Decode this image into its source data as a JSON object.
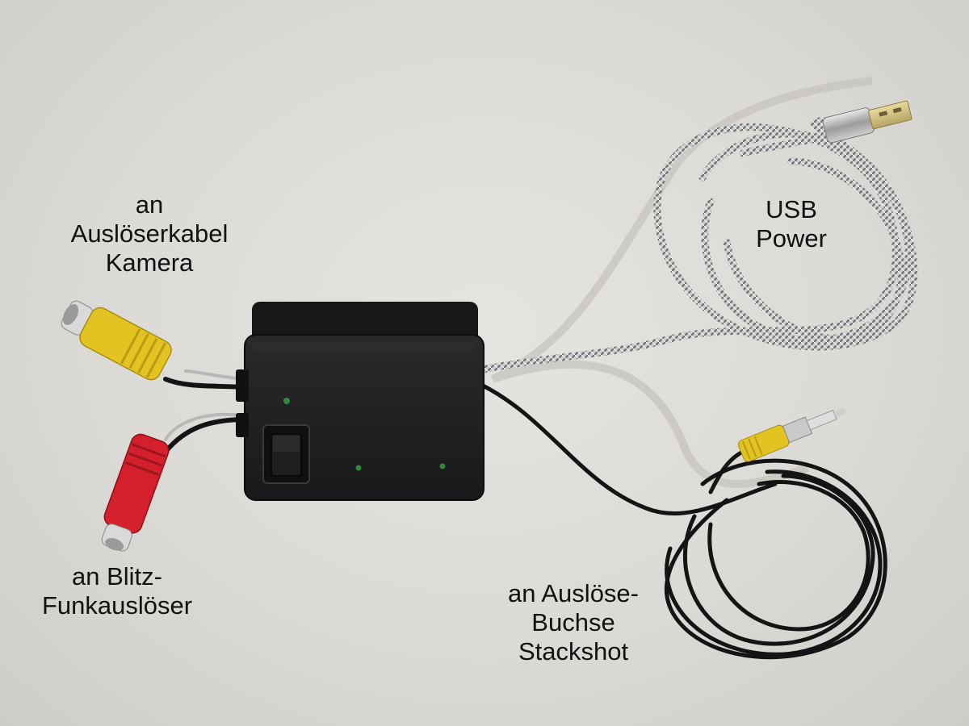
{
  "labels": {
    "camera": [
      "an",
      "Auslöserkabel",
      "Kamera"
    ],
    "usb": [
      "USB",
      "Power"
    ],
    "flash": [
      "an Blitz-",
      "Funkauslöser"
    ],
    "stackshot": [
      "an Auslöse-",
      "Buchse",
      "Stackshot"
    ]
  },
  "colors": {
    "background": "#dedcd8",
    "box": "#1c1c1e",
    "rca_yellow": "#e2c321",
    "rca_red": "#d4202c",
    "cable_black": "#141414",
    "cable_braided": "#b8b8b8",
    "led_green": "#2f8a3c"
  }
}
